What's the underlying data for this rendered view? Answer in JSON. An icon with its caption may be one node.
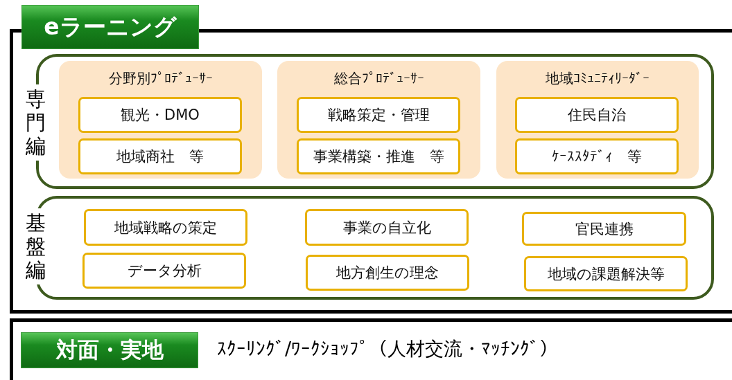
{
  "diagram": {
    "nodes": [
      {
        "text": [
          "eラーニング"
        ]
      },
      {
        "text": [
          "専門編"
        ],
        "in": 0
      },
      {
        "text": [
          "分野別ﾌﾟﾛﾃﾞｭｰｻｰ"
        ],
        "in": 1
      },
      {
        "text": [
          "観光・DMO"
        ],
        "in": 2
      },
      {
        "text": [
          "地域商社　等"
        ],
        "in": 2
      },
      {
        "text": [
          "総合ﾌﾟﾛﾃﾞｭｰｻｰ"
        ],
        "in": 1
      },
      {
        "text": [
          "戦略策定・管理"
        ],
        "in": 5
      },
      {
        "text": [
          "事業構築・推進　等"
        ],
        "in": 5
      },
      {
        "text": [
          "地域ｺﾐｭﾆﾃｨﾘｰﾀﾞｰ"
        ],
        "in": 1
      },
      {
        "text": [
          "住民自治"
        ],
        "in": 8
      },
      {
        "text": [
          "ｹｰｽｽﾀﾃﾞｨ　等"
        ],
        "in": 8
      },
      {
        "text": [
          "基盤編"
        ],
        "in": 0
      },
      {
        "text": [
          "地域戦略の策定"
        ],
        "in": 11
      },
      {
        "text": [
          "事業の自立化"
        ],
        "in": 11
      },
      {
        "text": [
          "官民連携"
        ],
        "in": 11
      },
      {
        "text": [
          "データ分析"
        ],
        "in": 11
      },
      {
        "text": [
          "地方創生の理念"
        ],
        "in": 11
      },
      {
        "text": [
          "地域の課題解決等"
        ],
        "in": 11
      },
      {
        "text": [
          "対面・実地",
          "ｽｸｰﾘﾝｸﾞ/ﾜｰｸｼｮｯﾌﾟ（人材交流・ﾏｯﾁﾝｸﾞ）"
        ]
      }
    ]
  }
}
